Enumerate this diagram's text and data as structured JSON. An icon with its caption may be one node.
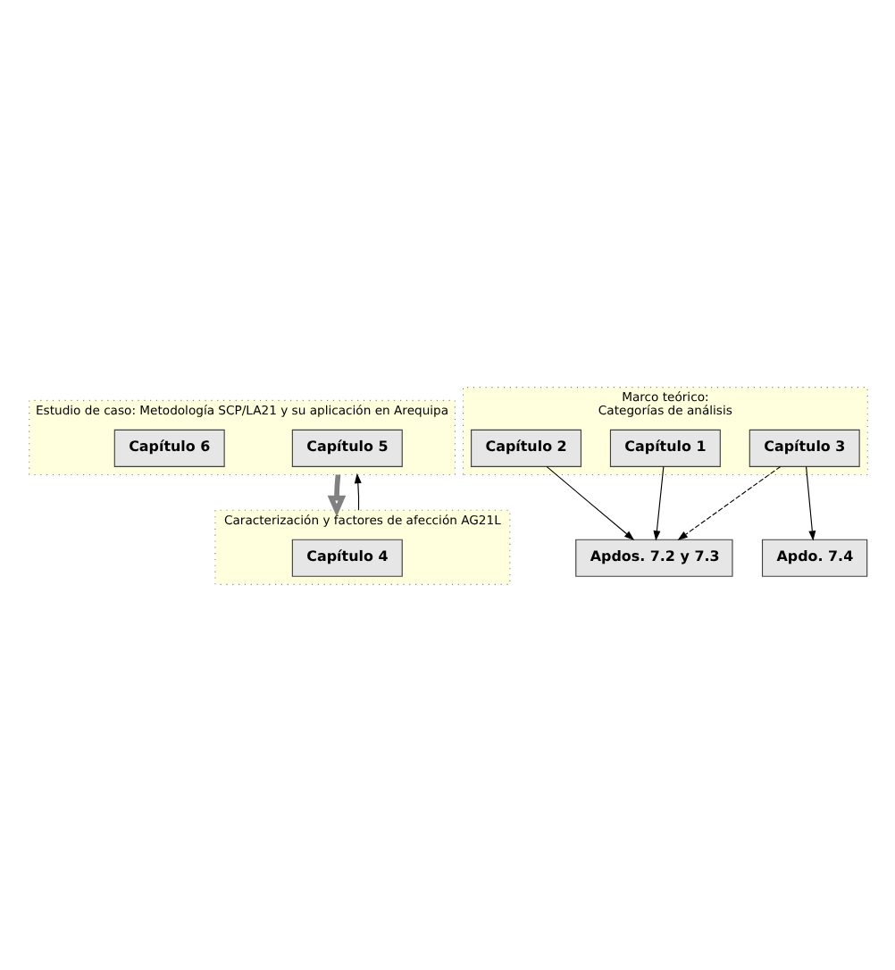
{
  "diagram": {
    "nodes": [
      {
        "text": [
          "Estudio de caso: Metodología SCP/LA21 y su aplicación en Arequipa"
        ]
      },
      {
        "text": [
          "Capítulo 5"
        ],
        "in": 0
      },
      {
        "text": [
          "Capítulo 6"
        ],
        "in": 0
      },
      {
        "text": [
          "Marco teórico:",
          "Categorías de análisis"
        ]
      },
      {
        "text": [
          "Capítulo 1"
        ],
        "in": 3
      },
      {
        "text": [
          "Capítulo 2"
        ],
        "in": 3
      },
      {
        "text": [
          "Capítulo 3"
        ],
        "in": 3
      },
      {
        "text": [
          "Apdos. 7.2 y 7.3"
        ]
      },
      {
        "text": [
          "Apdo. 7.4"
        ]
      },
      {
        "text": [
          "Caracterización y factores de afección AG21L"
        ]
      },
      {
        "text": [
          "Capítulo 4"
        ],
        "in": 9
      }
    ],
    "edges": [
      {
        "from": 4,
        "to": 7,
        "arrow": "to"
      },
      {
        "from": 5,
        "to": 7,
        "arrow": "to"
      },
      {
        "from": 6,
        "to": 7,
        "arrow": "to",
        "style": "dashed"
      },
      {
        "from": 6,
        "to": 8,
        "arrow": "to"
      },
      {
        "from": 0,
        "to": 9,
        "arrow": "to",
        "style": "thick",
        "color": "#808080"
      },
      {
        "from": 9,
        "to": 0,
        "arrow": "to"
      }
    ]
  }
}
